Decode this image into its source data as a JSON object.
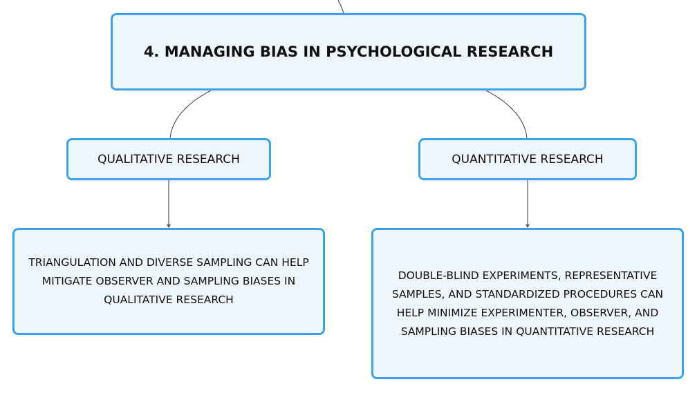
{
  "colors": {
    "node_border": "#3ea2e8",
    "node_fill": "#eef6fc",
    "connector": "#555555",
    "text": "#111111"
  },
  "mindmap": {
    "main": {
      "label": "4. MANAGING BIAS IN PSYCHOLOGICAL RESEARCH"
    },
    "qualitative": {
      "label": "QUALITATIVE RESEARCH",
      "detail": "TRIANGULATION AND DIVERSE SAMPLING CAN HELP MITIGATE OBSERVER AND SAMPLING BIASES IN QUALITATIVE RESEARCH"
    },
    "quantitative": {
      "label": "QUANTITATIVE RESEARCH",
      "detail": "DOUBLE-BLIND EXPERIMENTS, REPRESENTATIVE SAMPLES, AND STANDARDIZED PROCEDURES CAN HELP MINIMIZE EXPERIMENTER, OBSERVER, AND SAMPLING BIASES IN QUANTITATIVE RESEARCH"
    }
  }
}
